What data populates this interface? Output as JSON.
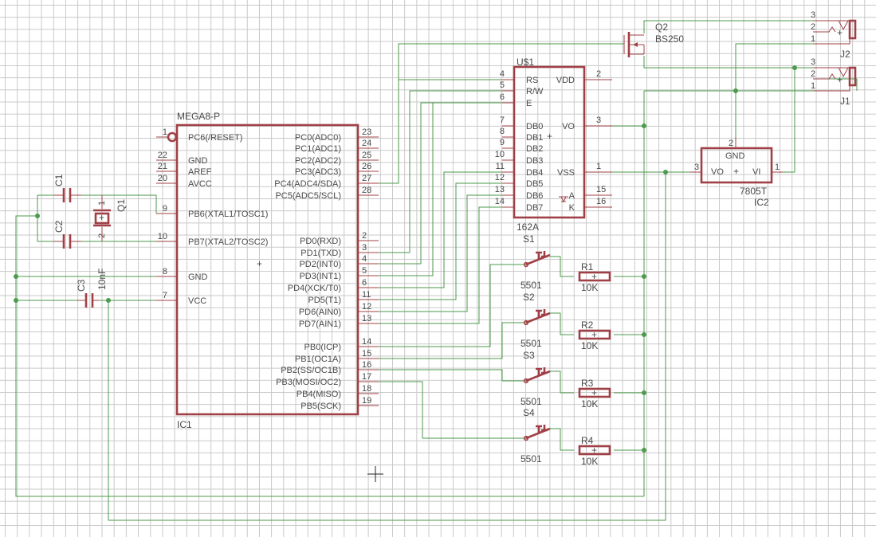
{
  "ic1": {
    "name": "IC1",
    "value": "MEGA8-P",
    "left_pins": [
      {
        "num": "1",
        "name": "PC6(/RESET)"
      },
      {
        "num": "22",
        "name": "GND"
      },
      {
        "num": "21",
        "name": "AREF"
      },
      {
        "num": "20",
        "name": "AVCC"
      },
      {
        "num": "9",
        "name": "PB6(XTAL1/TOSC1)"
      },
      {
        "num": "10",
        "name": "PB7(XTAL2/TOSC2)"
      },
      {
        "num": "8",
        "name": "GND"
      },
      {
        "num": "7",
        "name": "VCC"
      }
    ],
    "right_pins": [
      {
        "num": "23",
        "name": "PC0(ADC0)"
      },
      {
        "num": "24",
        "name": "PC1(ADC1)"
      },
      {
        "num": "25",
        "name": "PC2(ADC2)"
      },
      {
        "num": "26",
        "name": "PC3(ADC3)"
      },
      {
        "num": "27",
        "name": "PC4(ADC4/SDA)"
      },
      {
        "num": "28",
        "name": "PC5(ADC5/SCL)"
      },
      {
        "num": "2",
        "name": "PD0(RXD)"
      },
      {
        "num": "3",
        "name": "PD1(TXD)"
      },
      {
        "num": "4",
        "name": "PD2(INT0)"
      },
      {
        "num": "5",
        "name": "PD3(INT1)"
      },
      {
        "num": "6",
        "name": "PD4(XCK/T0)"
      },
      {
        "num": "11",
        "name": "PD5(T1)"
      },
      {
        "num": "12",
        "name": "PD6(AIN0)"
      },
      {
        "num": "13",
        "name": "PD7(AIN1)"
      },
      {
        "num": "14",
        "name": "PB0(ICP)"
      },
      {
        "num": "15",
        "name": "PB1(OC1A)"
      },
      {
        "num": "16",
        "name": "PB2(SS/OC1B)"
      },
      {
        "num": "17",
        "name": "PB3(MOSI/OC2)"
      },
      {
        "num": "18",
        "name": "PB4(MISO)"
      },
      {
        "num": "19",
        "name": "PB5(SCK)"
      }
    ]
  },
  "u1": {
    "name": "U$1",
    "value": "162A",
    "left_pins": [
      {
        "num": "4",
        "name": "RS"
      },
      {
        "num": "5",
        "name": "R/W"
      },
      {
        "num": "6",
        "name": "E"
      },
      {
        "num": "7",
        "name": "DB0"
      },
      {
        "num": "8",
        "name": "DB1"
      },
      {
        "num": "9",
        "name": "DB2"
      },
      {
        "num": "10",
        "name": "DB3"
      },
      {
        "num": "11",
        "name": "DB4"
      },
      {
        "num": "12",
        "name": "DB5"
      },
      {
        "num": "13",
        "name": "DB6"
      },
      {
        "num": "14",
        "name": "DB7"
      }
    ],
    "right_pins": [
      {
        "num": "2",
        "name": "VDD"
      },
      {
        "num": "3",
        "name": "VO"
      },
      {
        "num": "1",
        "name": "VSS"
      },
      {
        "num": "15",
        "name": "A"
      },
      {
        "num": "16",
        "name": "K"
      }
    ]
  },
  "ic2": {
    "name": "IC2",
    "value": "7805T",
    "gnd": "GND",
    "vo": "VO",
    "vi": "VI",
    "pin_gnd": "2",
    "pin_vo": "3",
    "pin_vi": "1"
  },
  "q2": {
    "name": "Q2",
    "value": "BS250"
  },
  "q1": {
    "name": "Q1",
    "pin1": "1",
    "pin2": "2"
  },
  "caps": {
    "c1": "C1",
    "c2": "C2",
    "c3": "C3",
    "c3_value": "10nF"
  },
  "jacks": {
    "j1": "J1",
    "j2": "J2",
    "pins": [
      "3",
      "2",
      "1"
    ]
  },
  "switches": [
    {
      "name": "S1",
      "value": "5501"
    },
    {
      "name": "S2",
      "value": "5501"
    },
    {
      "name": "S3",
      "value": "5501"
    },
    {
      "name": "S4",
      "value": "5501"
    }
  ],
  "resistors": [
    {
      "name": "R1",
      "value": "10K"
    },
    {
      "name": "R2",
      "value": "10K"
    },
    {
      "name": "R3",
      "value": "10K"
    },
    {
      "name": "R4",
      "value": "10K"
    }
  ],
  "colors": {
    "grid": "#c8c8c8",
    "symbol": "#a04046",
    "wire": "#4c9a4c",
    "text": "#4a4a4a"
  }
}
